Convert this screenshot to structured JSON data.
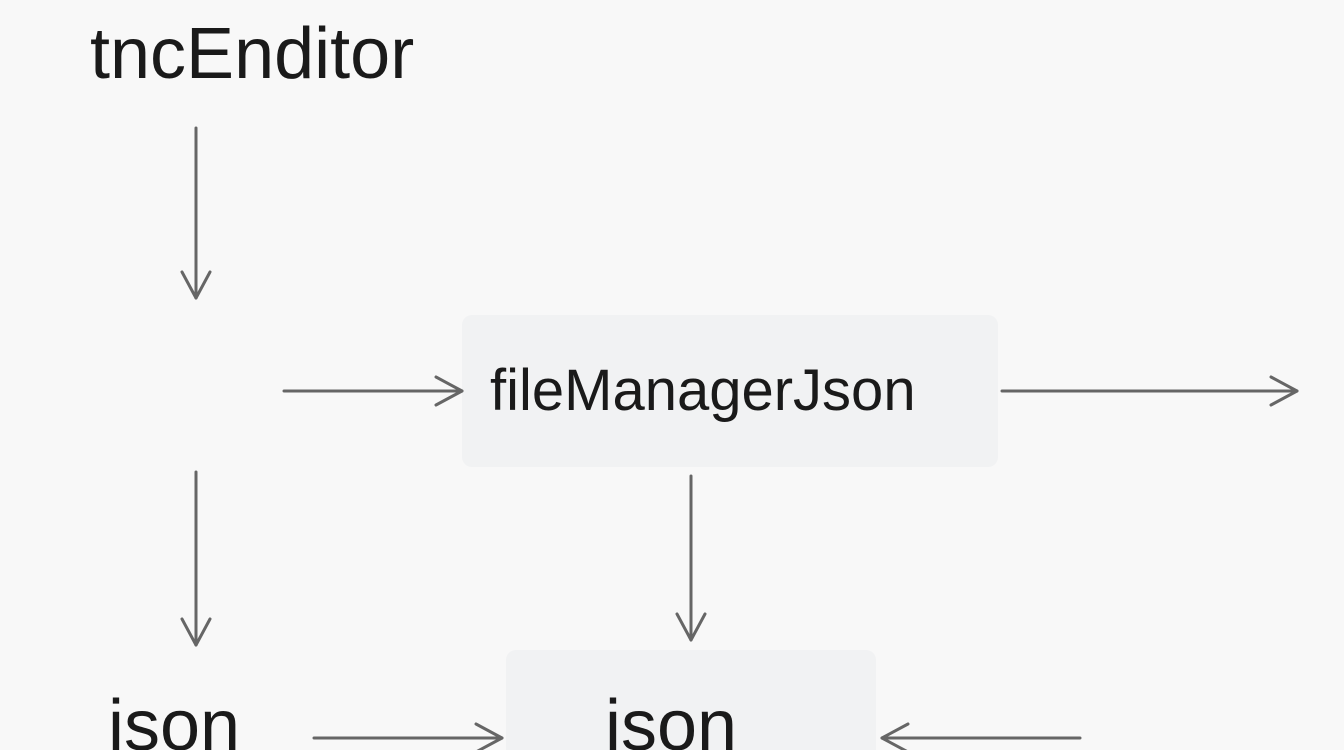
{
  "nodes": {
    "editor": "tncEnditor",
    "file_manager": "fileManagerJson",
    "json_left": "json",
    "json_center": "json"
  },
  "colors": {
    "background": "#f8f8f8",
    "box_fill": "#f1f2f3",
    "arrow": "#666666",
    "text": "#1a1a1a"
  }
}
